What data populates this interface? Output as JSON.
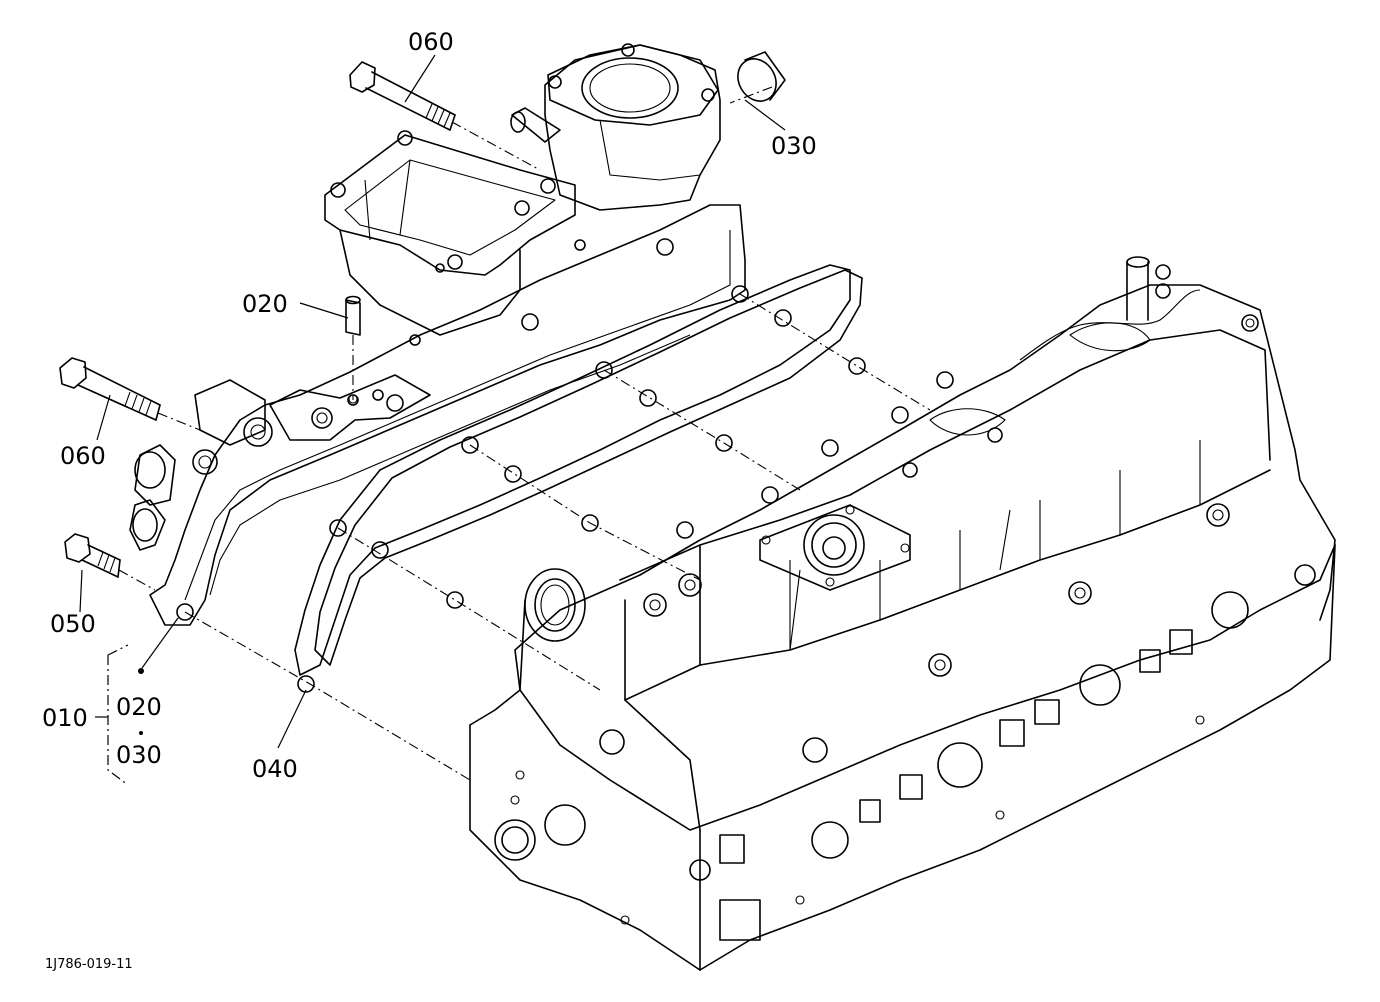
{
  "labels": {
    "p060_top": "060",
    "p030_top": "030",
    "p020_mid": "020",
    "p060_left": "060",
    "p050": "050",
    "p010": "010",
    "p020_group": "020",
    "p030_group": "030",
    "p040": "040"
  },
  "drawing_code": "1J786-019-11"
}
